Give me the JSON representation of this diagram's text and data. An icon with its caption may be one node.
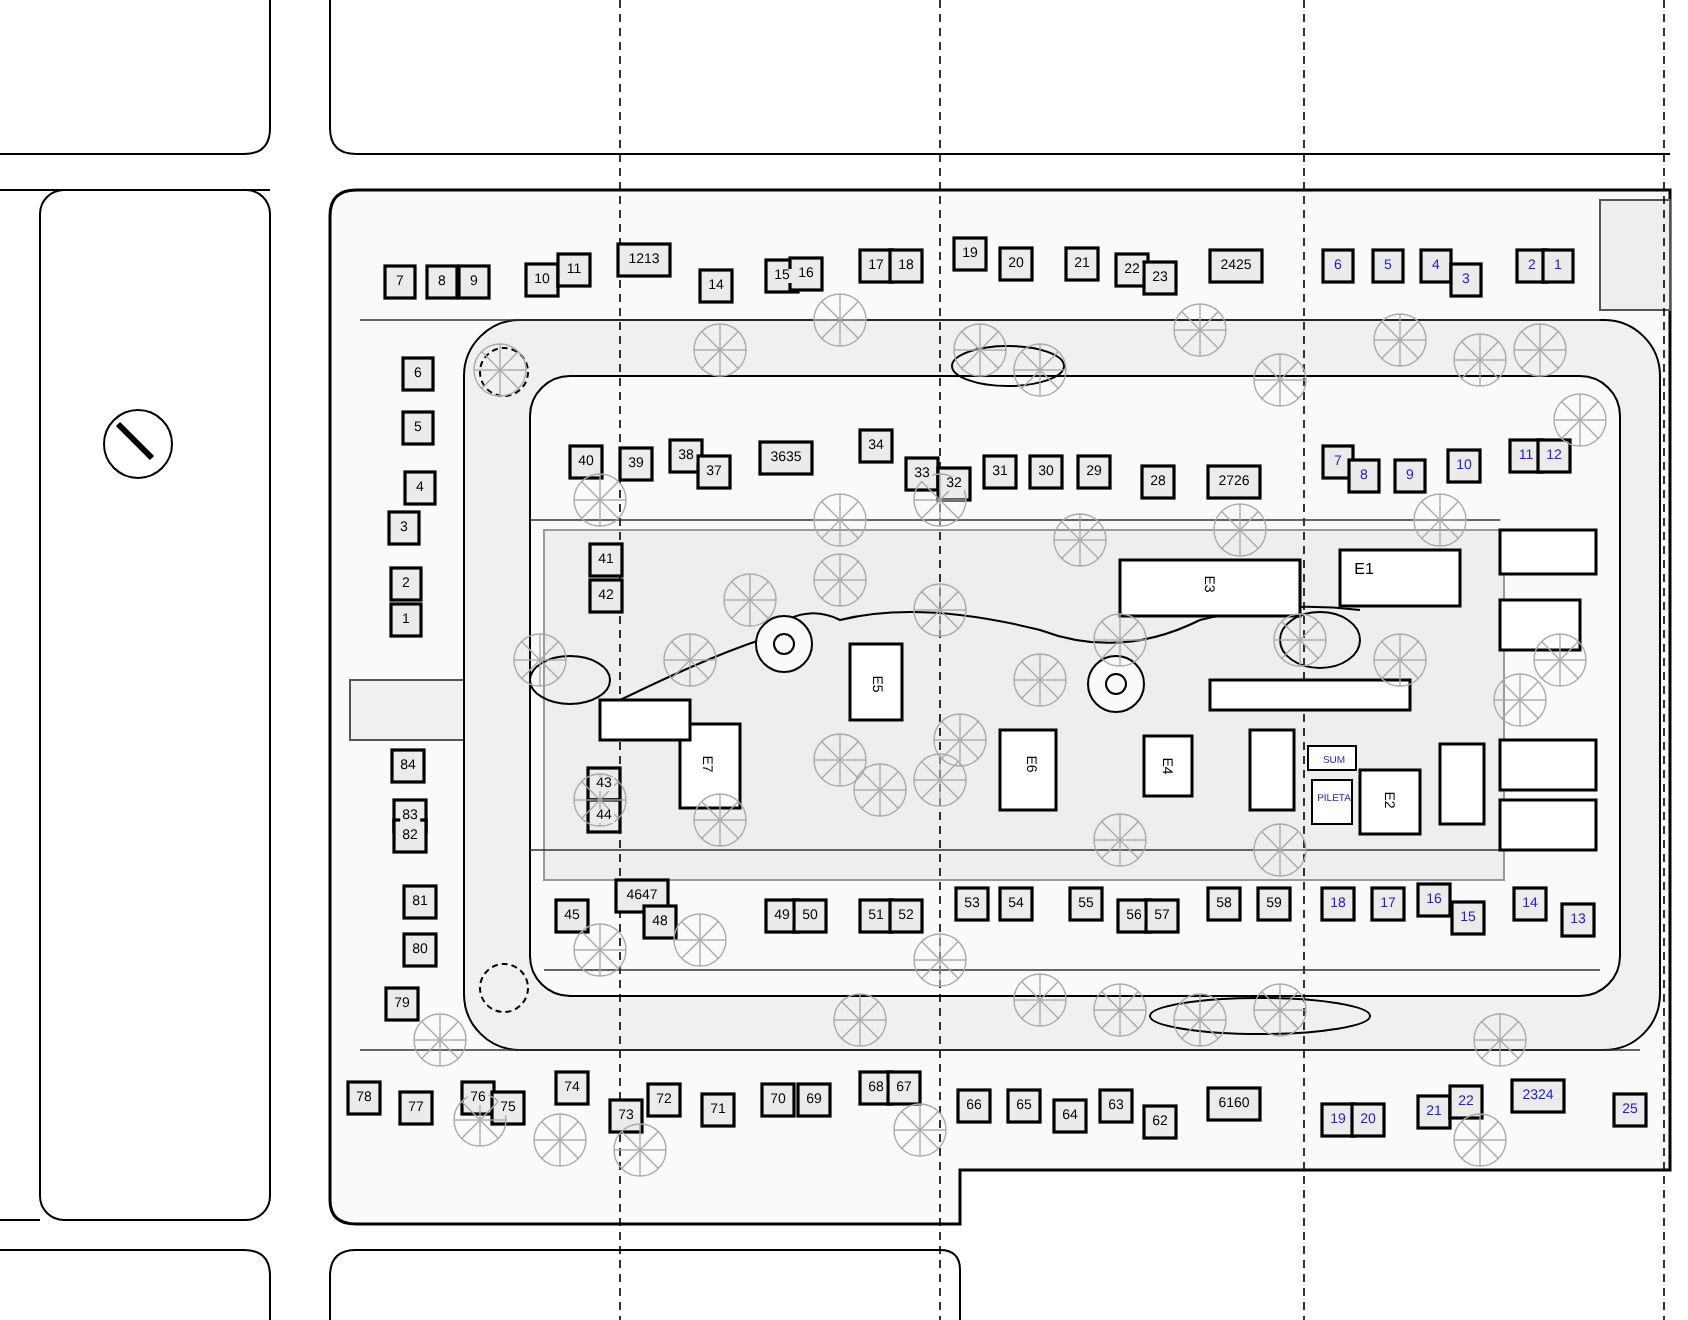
{
  "diagram": {
    "labels": [
      "7",
      "8",
      "9",
      "10",
      "11",
      "1213",
      "14",
      "15",
      "16",
      "17",
      "18",
      "19",
      "20",
      "21",
      "22",
      "23",
      "2425",
      "6",
      "5",
      "4",
      "3",
      "2",
      "1",
      "6",
      "5",
      "4",
      "3",
      "2",
      "1",
      "40",
      "39",
      "38",
      "37",
      "3635",
      "34",
      "33",
      "32",
      "31",
      "30",
      "29",
      "28",
      "2726",
      "7",
      "8",
      "9",
      "10",
      "11",
      "12",
      "41",
      "42",
      "E1",
      "E3",
      "E5",
      "E7",
      "E6",
      "E4",
      "SUM",
      "PILETA",
      "E2",
      "43",
      "44",
      "84",
      "83",
      "82",
      "81",
      "80",
      "79",
      "45",
      "4647",
      "48",
      "49",
      "50",
      "51",
      "52",
      "53",
      "54",
      "55",
      "56",
      "57",
      "58",
      "59",
      "18",
      "17",
      "16",
      "15",
      "14",
      "13",
      "78",
      "77",
      "76",
      "75",
      "74",
      "73",
      "72",
      "71",
      "70",
      "69",
      "68",
      "67",
      "66",
      "65",
      "64",
      "63",
      "62",
      "6160",
      "19",
      "20",
      "21",
      "22",
      "2324",
      "25"
    ]
  }
}
